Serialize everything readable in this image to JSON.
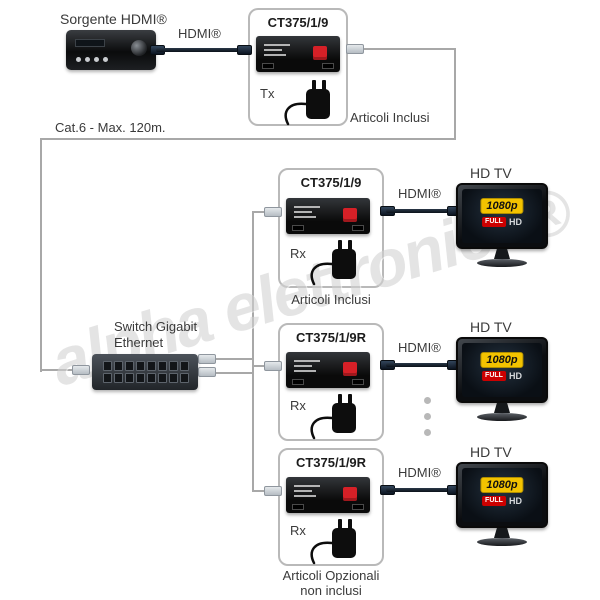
{
  "watermark": "alpha elettronica®",
  "labels": {
    "source": "Sorgente HDMI®",
    "hdmi": "HDMI®",
    "cat6": "Cat.6 - Max. 120m.",
    "switch_line1": "Switch Gigabit",
    "switch_line2": "Ethernet",
    "included": "Articoli Inclusi",
    "optional_line1": "Articoli Opzionali",
    "optional_line2": "non inclusi",
    "hdtv": "HD TV",
    "tx": "Tx",
    "rx": "Rx"
  },
  "boxes": {
    "tx": {
      "title": "CT375/1/9"
    },
    "rx1": {
      "title": "CT375/1/9"
    },
    "rx2": {
      "title": "CT375/1/9R"
    },
    "rx3": {
      "title": "CT375/1/9R"
    }
  },
  "tv_badge": {
    "resolution": "1080p",
    "full": "FULL",
    "hd": "HD"
  },
  "colors": {
    "alpha_red": "#d62027",
    "badge_yellow": "#f3c300",
    "badge_red": "#cc0000",
    "line_gray": "#a8a8a8",
    "watermark_gray": "#d2d2d2"
  }
}
